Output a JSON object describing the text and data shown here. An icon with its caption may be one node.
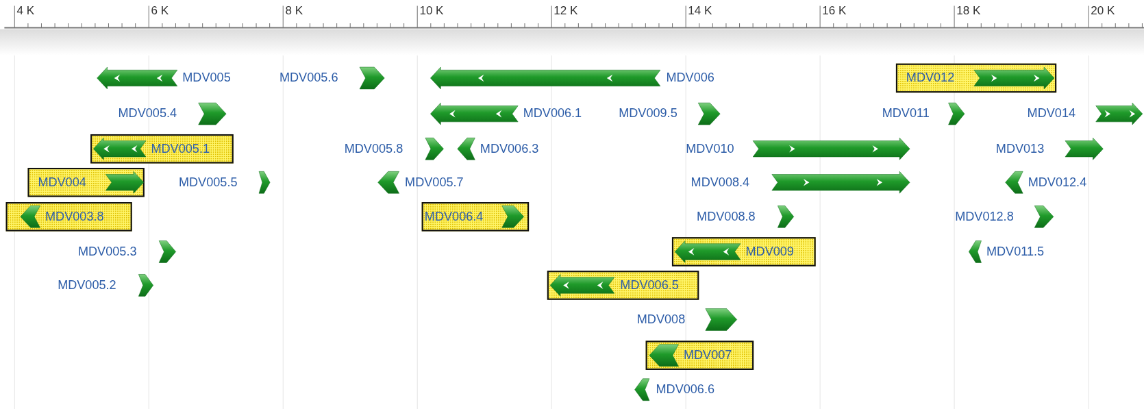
{
  "diagram": {
    "nodes": [
      {
        "text": [
          "MDV005"
        ]
      },
      {
        "text": [
          "MDV005.6"
        ]
      },
      {
        "text": [
          "MDV006"
        ]
      },
      {
        "text": [
          "MDV012"
        ]
      },
      {
        "text": [
          "MDV005.4"
        ]
      },
      {
        "text": [
          "MDV006.1"
        ]
      },
      {
        "text": [
          "MDV009.5"
        ]
      },
      {
        "text": [
          "MDV011"
        ]
      },
      {
        "text": [
          "MDV014"
        ]
      },
      {
        "text": [
          "MDV005.1"
        ]
      },
      {
        "text": [
          "MDV005.8"
        ]
      },
      {
        "text": [
          "MDV006.3"
        ]
      },
      {
        "text": [
          "MDV010"
        ]
      },
      {
        "text": [
          "MDV013"
        ]
      },
      {
        "text": [
          "MDV004"
        ]
      },
      {
        "text": [
          "MDV005.5"
        ]
      },
      {
        "text": [
          "MDV005.7"
        ]
      },
      {
        "text": [
          "MDV008.4"
        ]
      },
      {
        "text": [
          "MDV012.4"
        ]
      },
      {
        "text": [
          "MDV003.8"
        ]
      },
      {
        "text": [
          "MDV006.4"
        ]
      },
      {
        "text": [
          "MDV008.8"
        ]
      },
      {
        "text": [
          "MDV012.8"
        ]
      },
      {
        "text": [
          "MDV005.3"
        ]
      },
      {
        "text": [
          "MDV009"
        ]
      },
      {
        "text": [
          "MDV011.5"
        ]
      },
      {
        "text": [
          "MDV005.2"
        ]
      },
      {
        "text": [
          "MDV006.5"
        ]
      },
      {
        "text": [
          "MDV008"
        ]
      },
      {
        "text": [
          "MDV007"
        ]
      },
      {
        "text": [
          "MDV006.6"
        ]
      }
    ],
    "labels": [
      "4 K",
      "6 K",
      "8 K",
      "10 K",
      "12 K",
      "14 K",
      "16 K",
      "18 K",
      "20 K"
    ]
  }
}
